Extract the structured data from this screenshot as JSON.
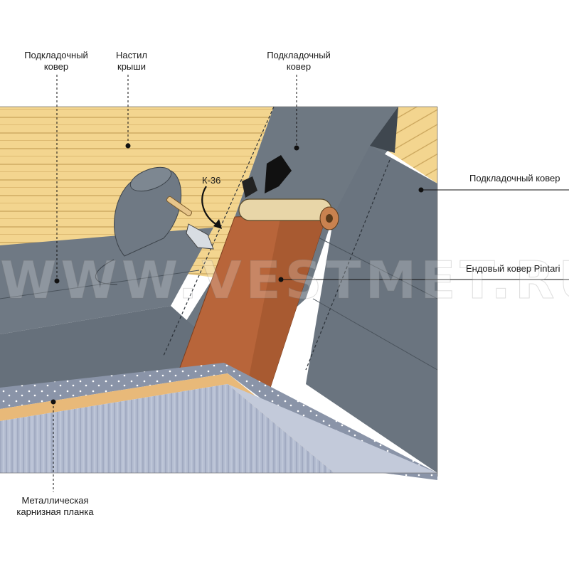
{
  "labels": {
    "underlay_left": [
      "Подкладочный",
      "ковер"
    ],
    "deck": [
      "Настил",
      "крыши"
    ],
    "underlay_top": [
      "Подкладочный",
      "ковер"
    ],
    "underlay_right": "Подкладочный ковер",
    "valley_carpet": "Ендовый ковер Pintari",
    "drip_edge": [
      "Металлическая",
      "карнизная планка"
    ],
    "tool_mark": "К-36"
  },
  "watermark": "WWW.VESTMET.RU",
  "colors": {
    "wood": "#f3d58f",
    "wood_line": "#c9a45a",
    "membrane": "#6e7882",
    "membrane_dark": "#566068",
    "valley": "#b8653a",
    "metal_edge": "#8a94a8",
    "soffit": "#aeb7cc",
    "fascia": "#e8b979"
  },
  "icons": [
    "roll-icon",
    "spatula-icon",
    "arrow-icon"
  ]
}
